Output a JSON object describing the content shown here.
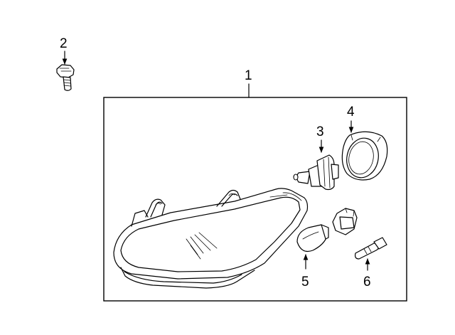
{
  "callouts": {
    "c1": "1",
    "c2": "2",
    "c3": "3",
    "c4": "4",
    "c5": "5",
    "c6": "6"
  },
  "parts": [
    {
      "number": "1",
      "icon": "headlamp-assembly-icon"
    },
    {
      "number": "2",
      "icon": "flange-bolt-icon"
    },
    {
      "number": "3",
      "icon": "headlamp-bulb-icon"
    },
    {
      "number": "4",
      "icon": "bulb-cover-cap-icon"
    },
    {
      "number": "5",
      "icon": "wedge-bulb-icon"
    },
    {
      "number": "6",
      "icon": "side-marker-bulb-icon"
    }
  ]
}
